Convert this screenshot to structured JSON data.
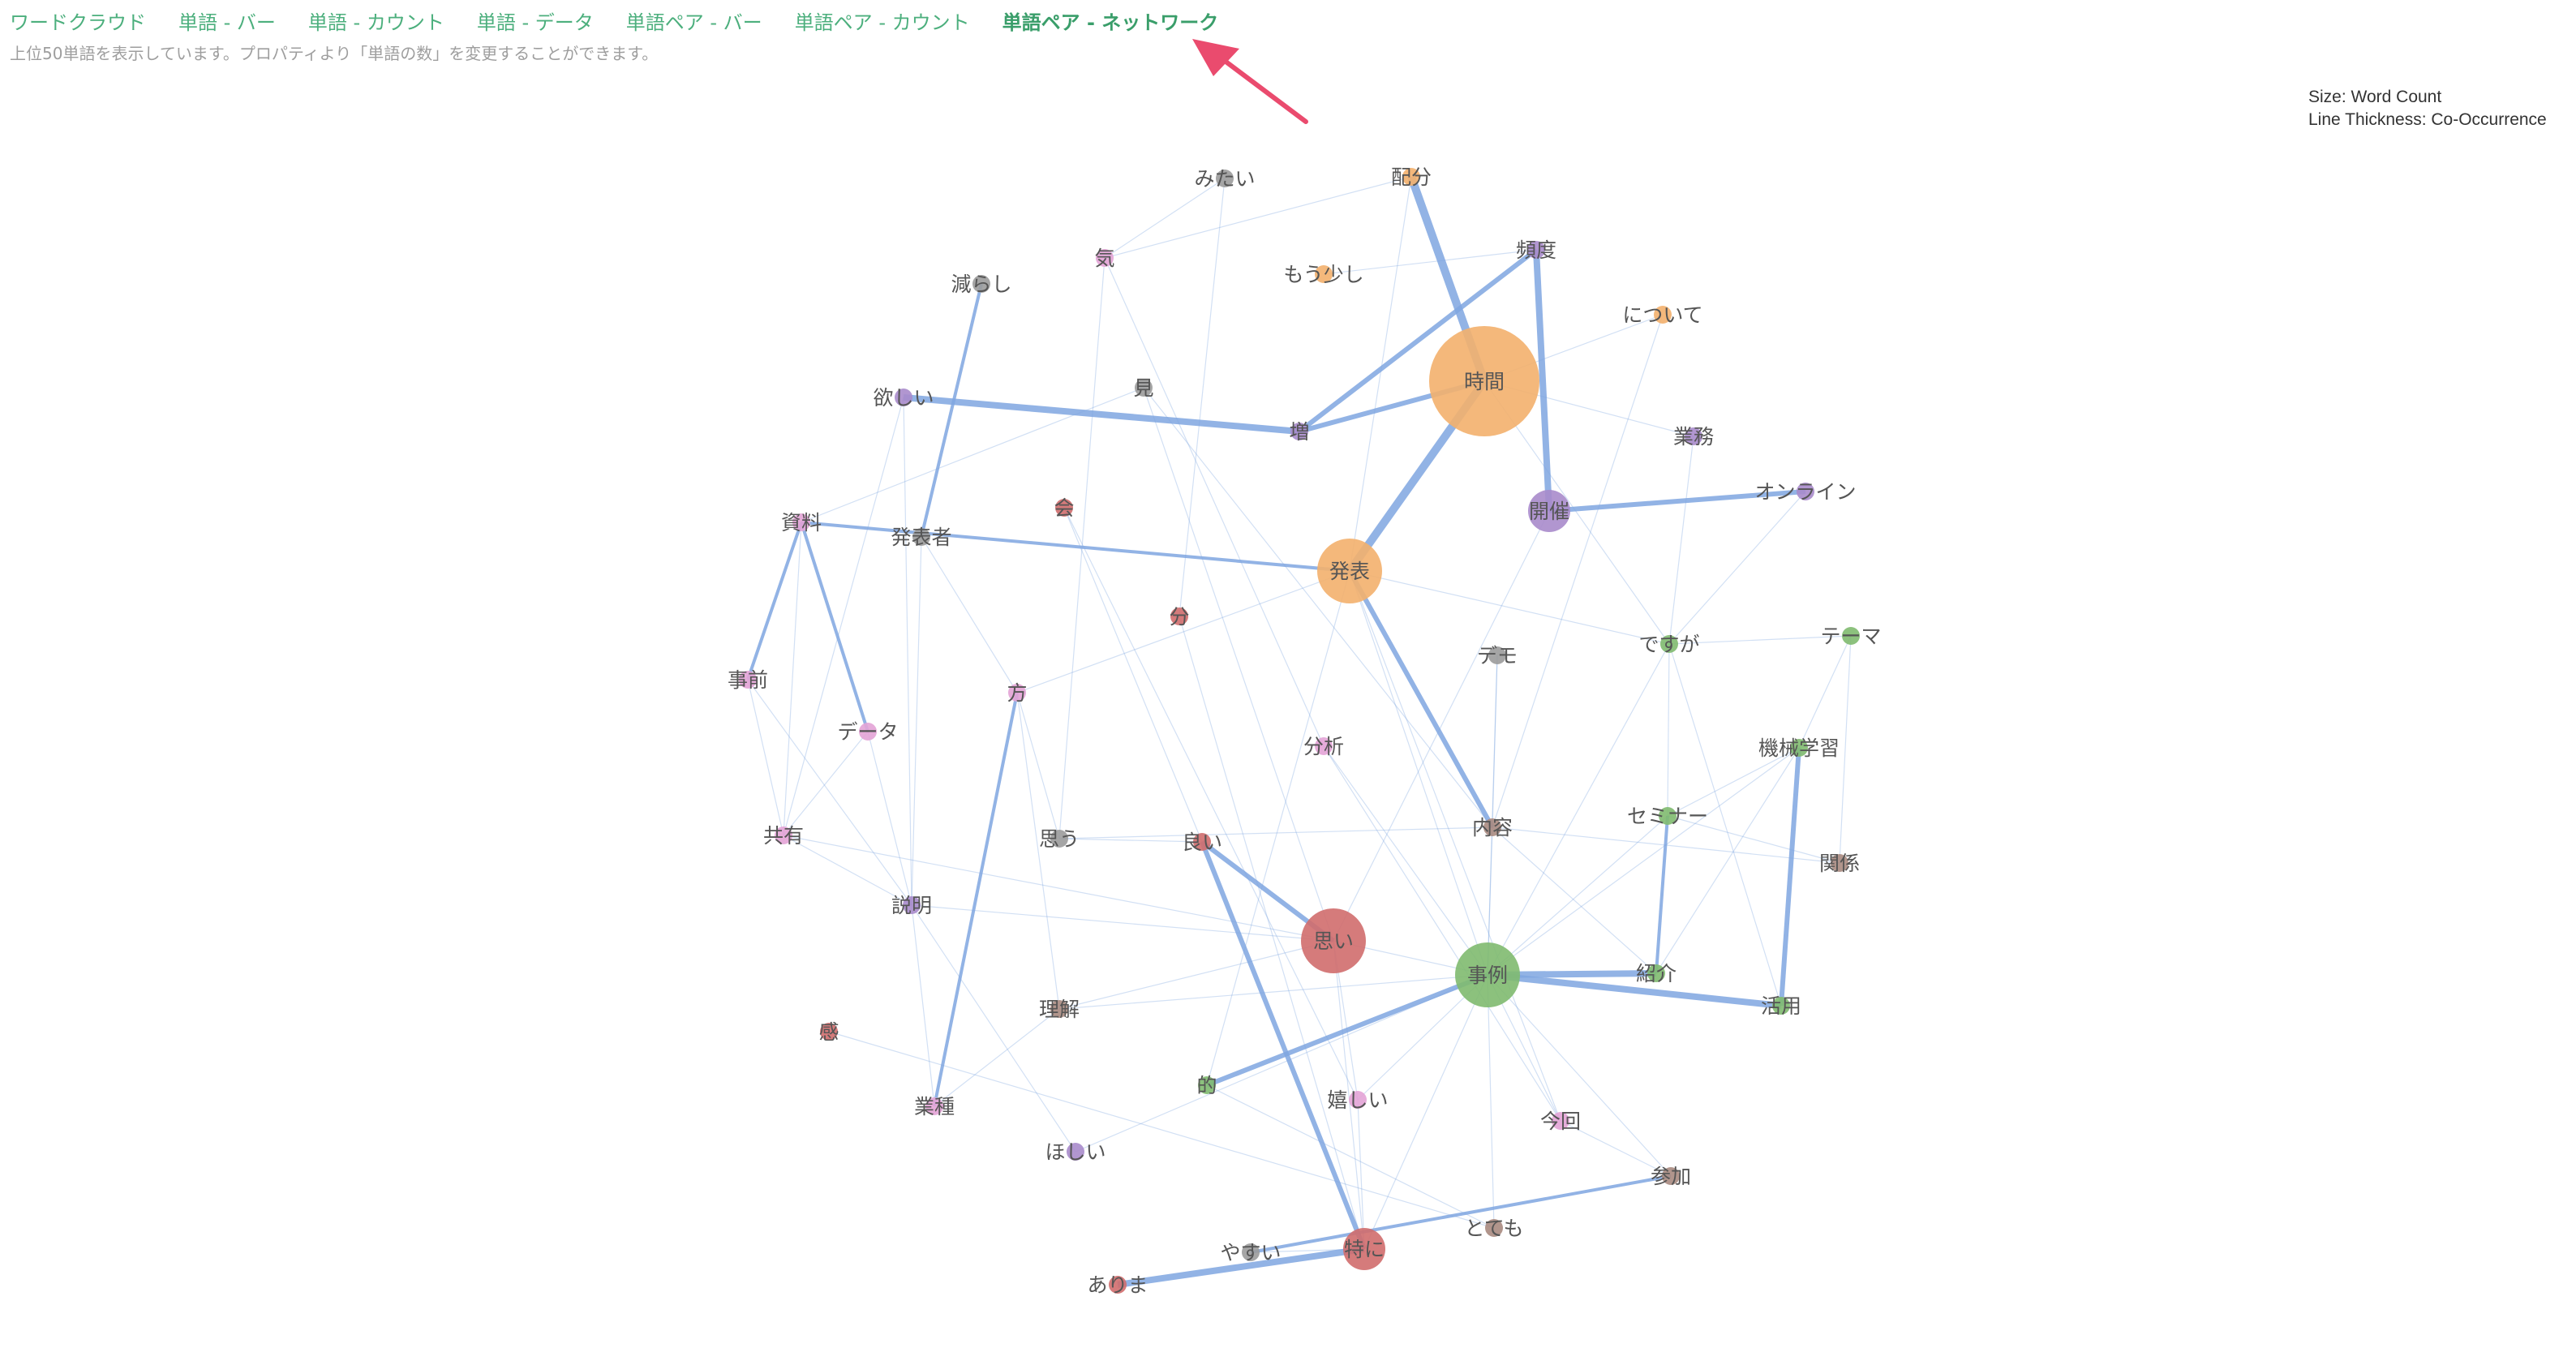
{
  "tabs": [
    {
      "label": "ワードクラウド",
      "active": false
    },
    {
      "label": "単語 - バー",
      "active": false
    },
    {
      "label": "単語 - カウント",
      "active": false
    },
    {
      "label": "単語 - データ",
      "active": false
    },
    {
      "label": "単語ペア - バー",
      "active": false
    },
    {
      "label": "単語ペア - カウント",
      "active": false
    },
    {
      "label": "単語ペア - ネットワーク",
      "active": true
    }
  ],
  "subtitle": "上位50単語を表示しています。プロパティより「単語の数」を変更することができます。",
  "legend": {
    "size": "Size: Word Count",
    "thickness": "Line Thickness: Co-Occurrence"
  },
  "colors": {
    "tab": "#4caf7d",
    "orange": "#f3b06d",
    "purple": "#a98bcb",
    "green": "#7fba6f",
    "red": "#d06d6d",
    "pink": "#e3a3d6",
    "gray": "#9b9b9b",
    "brown": "#a88a80",
    "edge": "#7fa6e0",
    "arrow": "#ea4b6e"
  },
  "nodes": [
    {
      "id": "mitai",
      "label": "みたい",
      "color": "gray",
      "size": 1
    },
    {
      "id": "haibun",
      "label": "配分",
      "color": "orange",
      "size": 1
    },
    {
      "id": "ki",
      "label": "気",
      "color": "pink",
      "size": 1
    },
    {
      "id": "moushi",
      "label": "もう少し",
      "color": "orange",
      "size": 1
    },
    {
      "id": "hindo",
      "label": "頻度",
      "color": "purple",
      "size": 1
    },
    {
      "id": "herashi",
      "label": "減らし",
      "color": "gray",
      "size": 1
    },
    {
      "id": "nitsuite",
      "label": "について",
      "color": "orange",
      "size": 1
    },
    {
      "id": "jikan",
      "label": "時間",
      "color": "orange",
      "size": 6
    },
    {
      "id": "hoshii",
      "label": "欲しい",
      "color": "purple",
      "size": 1
    },
    {
      "id": "mi",
      "label": "見",
      "color": "gray",
      "size": 1
    },
    {
      "id": "zou",
      "label": "増",
      "color": "purple",
      "size": 1
    },
    {
      "id": "gyoumu",
      "label": "業務",
      "color": "purple",
      "size": 1
    },
    {
      "id": "online",
      "label": "オンライン",
      "color": "purple",
      "size": 1
    },
    {
      "id": "kaisai",
      "label": "開催",
      "color": "purple",
      "size": 2
    },
    {
      "id": "kai",
      "label": "会",
      "color": "red",
      "size": 1
    },
    {
      "id": "shiryou",
      "label": "資料",
      "color": "pink",
      "size": 1
    },
    {
      "id": "happyousha",
      "label": "発表者",
      "color": "gray",
      "size": 1
    },
    {
      "id": "happyou",
      "label": "発表",
      "color": "orange",
      "size": 3
    },
    {
      "id": "bun",
      "label": "分",
      "color": "red",
      "size": 1
    },
    {
      "id": "theme",
      "label": "テーマ",
      "color": "green",
      "size": 1
    },
    {
      "id": "desuga",
      "label": "ですが",
      "color": "green",
      "size": 1
    },
    {
      "id": "demo",
      "label": "デモ",
      "color": "gray",
      "size": 1
    },
    {
      "id": "jizen",
      "label": "事前",
      "color": "pink",
      "size": 1
    },
    {
      "id": "kata",
      "label": "方",
      "color": "pink",
      "size": 1
    },
    {
      "id": "data",
      "label": "データ",
      "color": "pink",
      "size": 1
    },
    {
      "id": "bunseki",
      "label": "分析",
      "color": "pink",
      "size": 1
    },
    {
      "id": "kikai",
      "label": "機械学習",
      "color": "green",
      "size": 1
    },
    {
      "id": "seminar",
      "label": "セミナー",
      "color": "green",
      "size": 1
    },
    {
      "id": "naiyou",
      "label": "内容",
      "color": "brown",
      "size": 1
    },
    {
      "id": "kyouyuu",
      "label": "共有",
      "color": "pink",
      "size": 1
    },
    {
      "id": "omou",
      "label": "思う",
      "color": "gray",
      "size": 1
    },
    {
      "id": "yoi",
      "label": "良い",
      "color": "red",
      "size": 1
    },
    {
      "id": "kaku",
      "label": "関係",
      "color": "brown",
      "size": 1
    },
    {
      "id": "setsumei",
      "label": "説明",
      "color": "purple",
      "size": 1
    },
    {
      "id": "omoi",
      "label": "思い",
      "color": "red",
      "size": 4
    },
    {
      "id": "jirei",
      "label": "事例",
      "color": "green",
      "size": 4
    },
    {
      "id": "shoukai",
      "label": "紹介",
      "color": "green",
      "size": 1
    },
    {
      "id": "katsuyou",
      "label": "活用",
      "color": "green",
      "size": 1
    },
    {
      "id": "rikai",
      "label": "理解",
      "color": "brown",
      "size": 1
    },
    {
      "id": "kan",
      "label": "感",
      "color": "red",
      "size": 1
    },
    {
      "id": "teki",
      "label": "的",
      "color": "green",
      "size": 1
    },
    {
      "id": "ureshii",
      "label": "嬉しい",
      "color": "pink",
      "size": 1
    },
    {
      "id": "konkai",
      "label": "今回",
      "color": "pink",
      "size": 1
    },
    {
      "id": "gyoushu",
      "label": "業種",
      "color": "pink",
      "size": 1
    },
    {
      "id": "hoshii2",
      "label": "ほしい",
      "color": "purple",
      "size": 1
    },
    {
      "id": "sanka",
      "label": "参加",
      "color": "brown",
      "size": 1
    },
    {
      "id": "totemo",
      "label": "とても",
      "color": "brown",
      "size": 1
    },
    {
      "id": "yasui",
      "label": "やすい",
      "color": "gray",
      "size": 1
    },
    {
      "id": "tokuni",
      "label": "特に",
      "color": "red",
      "size": 2
    },
    {
      "id": "arima",
      "label": "ありま",
      "color": "red",
      "size": 1
    }
  ],
  "edges": [
    [
      "haibun",
      "jikan",
      4
    ],
    [
      "hindo",
      "kaisai",
      3
    ],
    [
      "hindo",
      "zou",
      2
    ],
    [
      "jikan",
      "happyou",
      4
    ],
    [
      "hoshii",
      "zou",
      3
    ],
    [
      "zou",
      "jikan",
      2
    ],
    [
      "kaisai",
      "online",
      2
    ],
    [
      "happyou",
      "naiyou",
      2
    ],
    [
      "shiryou",
      "happyou",
      1
    ],
    [
      "shiryou",
      "jizen",
      1
    ],
    [
      "shiryou",
      "data",
      1
    ],
    [
      "herashi",
      "happyousha",
      1
    ],
    [
      "kata",
      "gyoushu",
      1
    ],
    [
      "jirei",
      "shoukai",
      3
    ],
    [
      "jirei",
      "katsuyou",
      3
    ],
    [
      "jirei",
      "teki",
      2
    ],
    [
      "kikai",
      "katsuyou",
      2
    ],
    [
      "seminar",
      "shoukai",
      1
    ],
    [
      "yoi",
      "omoi",
      2
    ],
    [
      "yoi",
      "tokuni",
      2
    ],
    [
      "tokuni",
      "arima",
      3
    ],
    [
      "yasui",
      "sanka",
      1
    ],
    [
      "mitai",
      "ki",
      0.5
    ],
    [
      "haibun",
      "ki",
      0.5
    ],
    [
      "mitai",
      "bun",
      0.5
    ],
    [
      "haibun",
      "happyou",
      0.5
    ],
    [
      "ki",
      "bunseki",
      0.5
    ],
    [
      "ki",
      "omou",
      0.5
    ],
    [
      "moushi",
      "hindo",
      0.5
    ],
    [
      "mi",
      "omoi",
      0.5
    ],
    [
      "mi",
      "shiryou",
      0.5
    ],
    [
      "mi",
      "naiyou",
      0.5
    ],
    [
      "nitsuite",
      "jikan",
      0.5
    ],
    [
      "nitsuite",
      "naiyou",
      0.5
    ],
    [
      "jikan",
      "desuga",
      0.5
    ],
    [
      "jikan",
      "gyoumu",
      0.5
    ],
    [
      "gyoumu",
      "desuga",
      0.5
    ],
    [
      "online",
      "desuga",
      0.5
    ],
    [
      "kaisai",
      "omoi",
      0.5
    ],
    [
      "happyou",
      "kata",
      0.5
    ],
    [
      "happyou",
      "desuga",
      0.5
    ],
    [
      "happyou",
      "jirei",
      0.5
    ],
    [
      "happyou",
      "konkai",
      0.5
    ],
    [
      "happyou",
      "teki",
      0.5
    ],
    [
      "kai",
      "yoi",
      0.5
    ],
    [
      "kai",
      "ureshii",
      0.5
    ],
    [
      "bun",
      "tokuni",
      0.5
    ],
    [
      "demo",
      "jirei",
      0.5
    ],
    [
      "demo",
      "naiyou",
      0.5
    ],
    [
      "theme",
      "desuga",
      0.5
    ],
    [
      "theme",
      "kikai",
      0.5
    ],
    [
      "theme",
      "kaku",
      0.5
    ],
    [
      "desuga",
      "seminar",
      0.5
    ],
    [
      "desuga",
      "jirei",
      0.5
    ],
    [
      "desuga",
      "katsuyou",
      0.5
    ],
    [
      "seminar",
      "jirei",
      0.5
    ],
    [
      "seminar",
      "kikai",
      0.5
    ],
    [
      "seminar",
      "kaku",
      0.5
    ],
    [
      "kikai",
      "jirei",
      0.5
    ],
    [
      "kikai",
      "shoukai",
      0.5
    ],
    [
      "naiyou",
      "omou",
      0.5
    ],
    [
      "naiyou",
      "jirei",
      0.5
    ],
    [
      "naiyou",
      "kaku",
      0.5
    ],
    [
      "naiyou",
      "shoukai",
      0.5
    ],
    [
      "bunseki",
      "jirei",
      0.5
    ],
    [
      "bunseki",
      "konkai",
      0.5
    ],
    [
      "jizen",
      "kyouyuu",
      0.5
    ],
    [
      "jizen",
      "setsumei",
      0.5
    ],
    [
      "data",
      "kyouyuu",
      0.5
    ],
    [
      "data",
      "setsumei",
      0.5
    ],
    [
      "kyouyuu",
      "shiryou",
      0.5
    ],
    [
      "kyouyuu",
      "setsumei",
      0.5
    ],
    [
      "kyouyuu",
      "omoi",
      0.5
    ],
    [
      "setsumei",
      "happyousha",
      0.5
    ],
    [
      "setsumei",
      "omoi",
      0.5
    ],
    [
      "setsumei",
      "gyoushu",
      0.5
    ],
    [
      "setsumei",
      "hoshii2",
      0.5
    ],
    [
      "omou",
      "yoi",
      0.5
    ],
    [
      "omou",
      "kata",
      0.5
    ],
    [
      "omoi",
      "jirei",
      0.5
    ],
    [
      "omoi",
      "rikai",
      0.5
    ],
    [
      "omoi",
      "ureshii",
      0.5
    ],
    [
      "omoi",
      "tokuni",
      0.5
    ],
    [
      "jirei",
      "rikai",
      0.5
    ],
    [
      "jirei",
      "ureshii",
      0.5
    ],
    [
      "jirei",
      "konkai",
      0.5
    ],
    [
      "jirei",
      "totemo",
      0.5
    ],
    [
      "jirei",
      "tokuni",
      0.5
    ],
    [
      "jirei",
      "hoshii2",
      0.5
    ],
    [
      "jirei",
      "sanka",
      0.5
    ],
    [
      "rikai",
      "kata",
      0.5
    ],
    [
      "kan",
      "totemo",
      0.5
    ],
    [
      "teki",
      "totemo",
      0.5
    ],
    [
      "ureshii",
      "tokuni",
      0.5
    ],
    [
      "konkai",
      "sanka",
      0.5
    ],
    [
      "hoshii",
      "setsumei",
      0.5
    ],
    [
      "hoshii",
      "kyouyuu",
      0.5
    ],
    [
      "happyousha",
      "kata",
      0.5
    ],
    [
      "yasui",
      "tokuni",
      0.5
    ],
    [
      "rikai",
      "gyoushu",
      0.5
    ]
  ]
}
